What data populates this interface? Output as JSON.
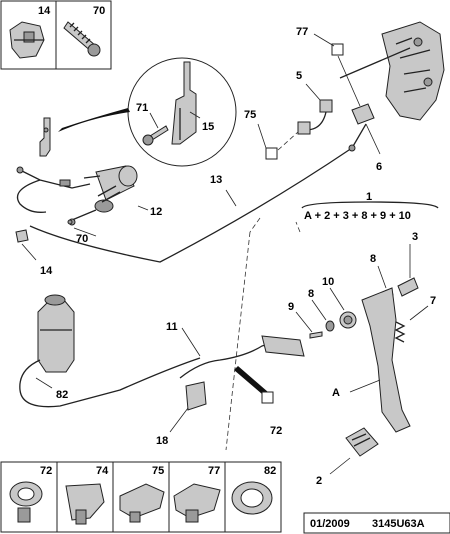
{
  "top_inset": {
    "labels": [
      "14",
      "70"
    ]
  },
  "callouts": {
    "c1": "1",
    "formula": "A + 2 + 3 + 8 + 9 + 10",
    "c2": "2",
    "c3": "3",
    "c5": "5",
    "c6": "6",
    "c7": "7",
    "c8a": "8",
    "c8b": "8",
    "c9": "9",
    "c10": "10",
    "c11": "11",
    "c12": "12",
    "c13": "13",
    "c14": "14",
    "c15": "15",
    "c18": "18",
    "c70": "70",
    "c71": "71",
    "c72": "72",
    "c75": "75",
    "c77": "77",
    "c82": "82",
    "cA": "A"
  },
  "bottom_strip": {
    "labels": [
      "72",
      "74",
      "75",
      "77",
      "82"
    ]
  },
  "footer": {
    "date": "01/2009",
    "code": "3145U63A"
  }
}
